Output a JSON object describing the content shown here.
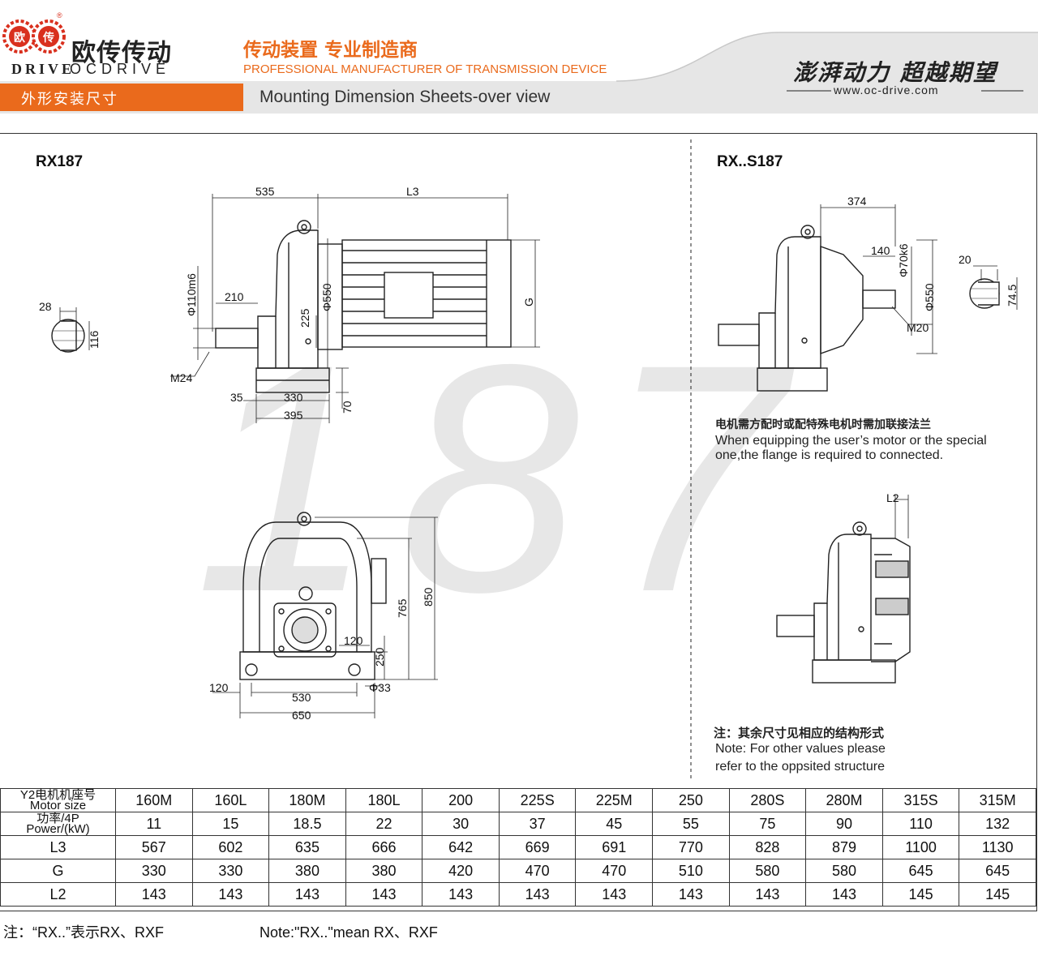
{
  "header": {
    "logo_mark": "OC",
    "logo_mark_left": "欧",
    "logo_mark_right": "传",
    "logo_mark_bottom": "DRIVE",
    "logo_cn": "欧传传动",
    "logo_en": "OCDRIVE",
    "tagline_cn": "传动装置 专业制造商",
    "tagline_en": "PROFESSIONAL MANUFACTURER OF TRANSMISSION DEVICE",
    "slogan": "澎湃动力 超越期望",
    "website": "www.oc-drive.com",
    "section_cn": "外形安装尺寸",
    "section_en": "Mounting Dimension Sheets-over view",
    "accent_color": "#ea6a1c",
    "bar_color": "#e3e3e3"
  },
  "left_drawing": {
    "title": "RX187",
    "watermark": "187",
    "dims": {
      "d535": "535",
      "dL3": "L3",
      "dG": "G",
      "d210": "210",
      "d110m6": "Φ110m6",
      "d225": "225",
      "d550": "Φ550",
      "dM24": "M24",
      "d35": "35",
      "d330": "330",
      "d395": "395",
      "d70": "70",
      "d28": "28",
      "d116": "116",
      "d850": "850",
      "d765": "765",
      "d250": "250",
      "d120a": "120",
      "d120b": "120",
      "d530": "530",
      "d650": "650",
      "d33": "Φ33"
    }
  },
  "right_drawing": {
    "title": "RX..S187",
    "dims": {
      "d374": "374",
      "d140": "140",
      "d70k6": "Φ70k6",
      "d550": "Φ550",
      "dM20": "M20",
      "d20": "20",
      "d745": "74.5",
      "dL2": "L2"
    },
    "note_cn": "电机需方配时或配特殊电机时需加联接法兰",
    "note_en_1": "When equipping the user’s motor or the special",
    "note_en_2": "one,the flange is required to connected.",
    "note2_cn": "注：其余尺寸见相应的结构形式",
    "note2_en_1": "Note: For other values please",
    "note2_en_2": "refer to the oppsited structure"
  },
  "table": {
    "row_headers": {
      "motor_cn": "Y2电机机座号",
      "motor_en": "Motor size",
      "power_cn": "功率/4P",
      "power_en": "Power/(kW)",
      "L3": "L3",
      "G": "G",
      "L2": "L2"
    },
    "motor_sizes": [
      "160M",
      "160L",
      "180M",
      "180L",
      "200",
      "225S",
      "225M",
      "250",
      "280S",
      "280M",
      "315S",
      "315M"
    ],
    "power": [
      "11",
      "15",
      "18.5",
      "22",
      "30",
      "37",
      "45",
      "55",
      "75",
      "90",
      "110",
      "132"
    ],
    "L3": [
      "567",
      "602",
      "635",
      "666",
      "642",
      "669",
      "691",
      "770",
      "828",
      "879",
      "1100",
      "1130"
    ],
    "G": [
      "330",
      "330",
      "380",
      "380",
      "420",
      "470",
      "470",
      "510",
      "580",
      "580",
      "645",
      "645"
    ],
    "L2": [
      "143",
      "143",
      "143",
      "143",
      "143",
      "143",
      "143",
      "143",
      "143",
      "143",
      "145",
      "145"
    ]
  },
  "footer": {
    "note_cn": "注：“RX..”表示RX、RXF",
    "note_en": "Note:\"RX..\"mean RX、RXF"
  }
}
